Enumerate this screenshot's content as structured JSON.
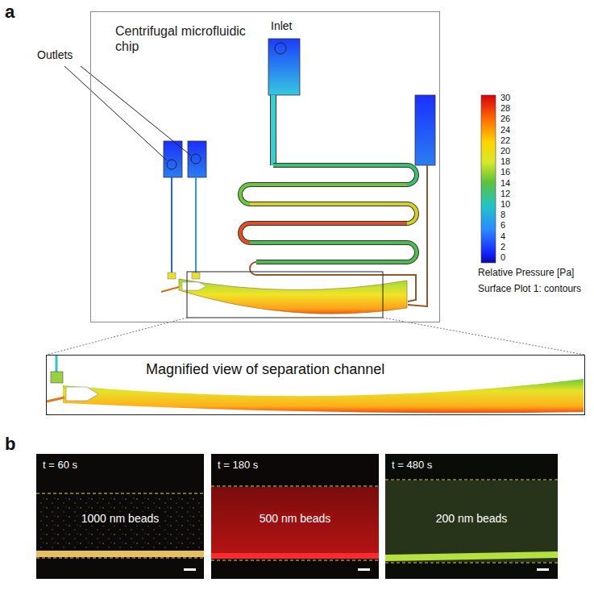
{
  "diagram": {
    "nodes": [
      {
        "text": [
          "Centrifugal microfluidic chip"
        ]
      },
      {
        "text": [
          "Magnified view of separation channel"
        ]
      },
      {
        "text": [
          "t = 60 s",
          "1000 nm beads"
        ]
      },
      {
        "text": [
          "t = 180 s",
          "500 nm beads"
        ]
      },
      {
        "text": [
          "t = 480 s",
          "200 nm beads"
        ]
      }
    ],
    "labels": [
      "a",
      "Inlet",
      "Outlets",
      "30",
      "28",
      "26",
      "24",
      "22",
      "20",
      "18",
      "16",
      "14",
      "12",
      "10",
      "8",
      "6",
      "4",
      "2",
      "0",
      "Relative Pressure [Pa]",
      "Surface Plot 1: contours",
      "b"
    ]
  }
}
